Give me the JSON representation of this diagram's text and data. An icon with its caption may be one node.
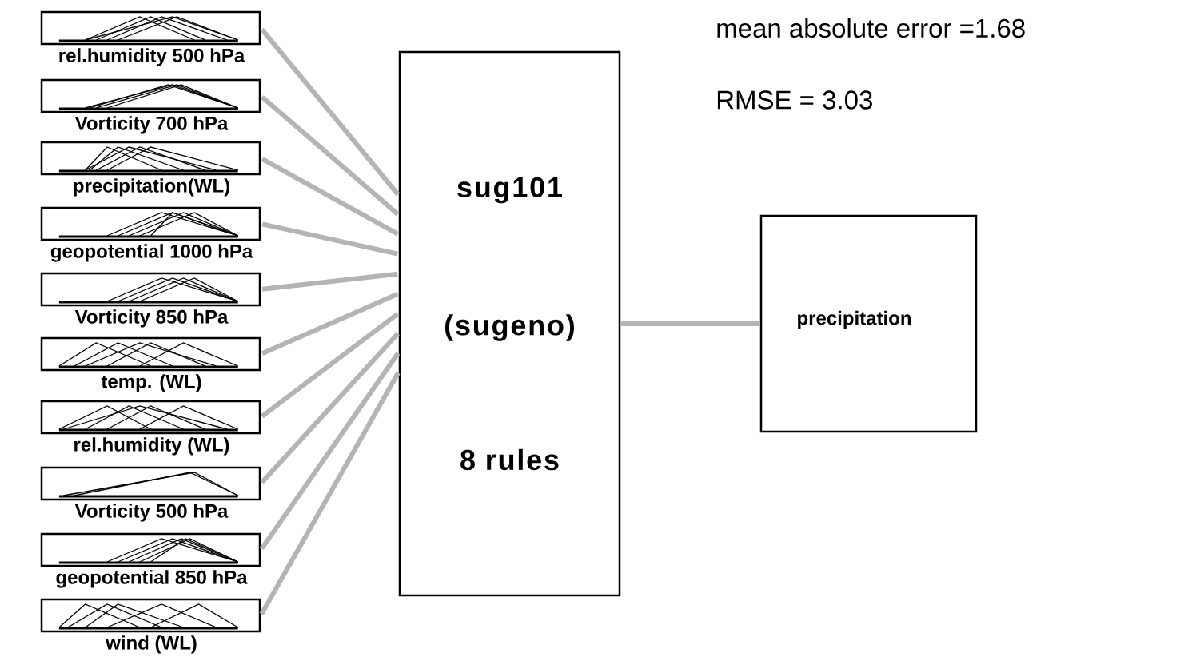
{
  "diagram": {
    "nodes": [
      {
        "text": [
          "rel.humidity 500 hPa"
        ]
      },
      {
        "text": [
          "Vorticity 700 hPa"
        ]
      },
      {
        "text": [
          "precipitation(WL)"
        ]
      },
      {
        "text": [
          "geopotential 1000 hPa"
        ]
      },
      {
        "text": [
          "Vorticity 850 hPa"
        ]
      },
      {
        "text": [
          "temp. (WL)"
        ]
      },
      {
        "text": [
          "rel.humidity (WL)"
        ]
      },
      {
        "text": [
          "Vorticity 500 hPa"
        ]
      },
      {
        "text": [
          "geopotential 850 hPa"
        ]
      },
      {
        "text": [
          "wind (WL)"
        ]
      },
      {
        "text": [
          "sug101",
          "(sugeno)",
          "8 rules"
        ]
      },
      {
        "text": [
          "precipitation"
        ]
      }
    ],
    "edges": [
      {
        "from": 0,
        "to": 10,
        "arrow": "none"
      },
      {
        "from": 1,
        "to": 10,
        "arrow": "none"
      },
      {
        "from": 2,
        "to": 10,
        "arrow": "none"
      },
      {
        "from": 3,
        "to": 10,
        "arrow": "none"
      },
      {
        "from": 4,
        "to": 10,
        "arrow": "none"
      },
      {
        "from": 5,
        "to": 10,
        "arrow": "none"
      },
      {
        "from": 6,
        "to": 10,
        "arrow": "none"
      },
      {
        "from": 7,
        "to": 10,
        "arrow": "none"
      },
      {
        "from": 8,
        "to": 10,
        "arrow": "none"
      },
      {
        "from": 9,
        "to": 10,
        "arrow": "none"
      },
      {
        "from": 10,
        "to": 11,
        "arrow": "none"
      }
    ],
    "labels": [
      "mean absolute error =1.68",
      "RMSE = 3.03"
    ]
  }
}
